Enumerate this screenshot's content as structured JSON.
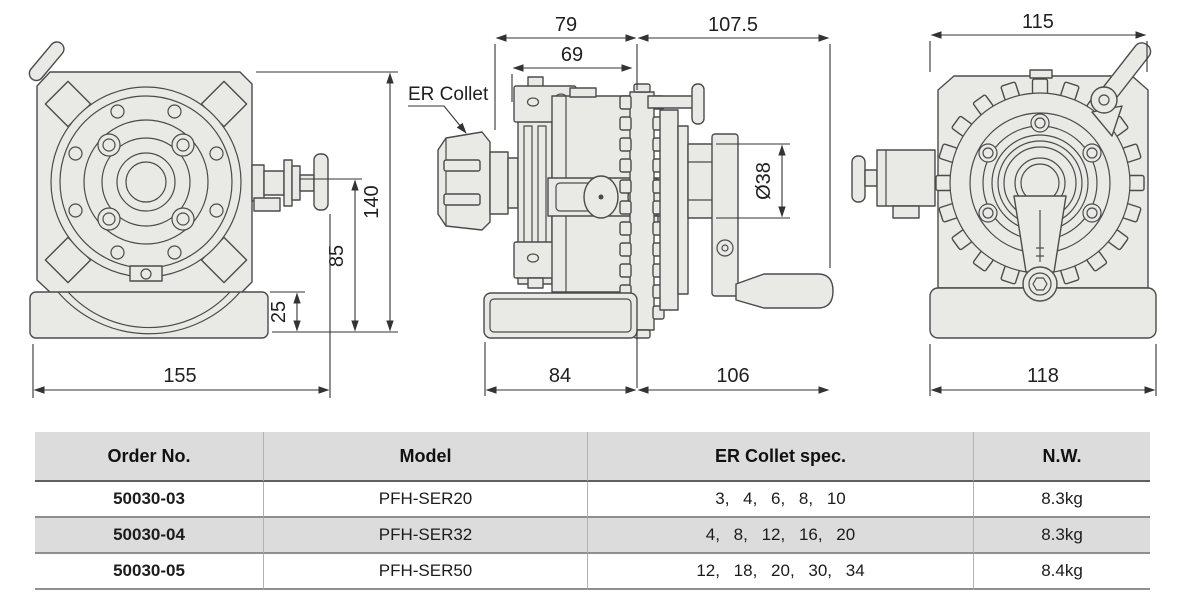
{
  "drawing": {
    "front": {
      "dims": {
        "total_height": "140",
        "spindle_height": "85",
        "base_height": "25",
        "total_width": "155"
      }
    },
    "side": {
      "collet_label": "ER Collet",
      "dims": {
        "front_length": "79",
        "slide_length": "69",
        "rear_length": "107.5",
        "spindle_dia": "Ø38",
        "base_length": "84",
        "crank_length": "106"
      }
    },
    "back": {
      "dims": {
        "top_width": "115",
        "base_width": "118"
      }
    }
  },
  "table": {
    "headers": [
      "Order  No.",
      "Model",
      "ER Collet spec.",
      "N.W."
    ],
    "rows": [
      {
        "order_no": "50030-03",
        "model": "PFH-SER20",
        "collet_spec": "3,  4,  6,  8,  10",
        "net_weight": "8.3kg"
      },
      {
        "order_no": "50030-04",
        "model": "PFH-SER32",
        "collet_spec": "4,  8,  12,  16,  20",
        "net_weight": "8.3kg"
      },
      {
        "order_no": "50030-05",
        "model": "PFH-SER50",
        "collet_spec": "12,  18,  20,  30,  34",
        "net_weight": "8.4kg"
      }
    ]
  },
  "colors": {
    "part_fill": "#e9e9e6",
    "outline": "#4b4b4b",
    "dimension_line": "#333333",
    "table_header_bg": "#dcdcdc",
    "table_alt_row_bg": "#dcdcdc",
    "row_border": "#8f8f8f"
  }
}
